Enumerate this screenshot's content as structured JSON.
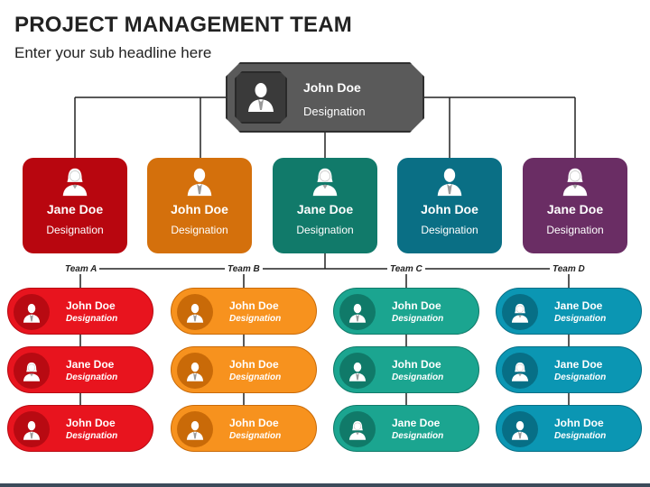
{
  "title": "PROJECT MANAGEMENT TEAM",
  "subtitle": "Enter your sub headline here",
  "top": {
    "name": "John Doe",
    "designation": "Designation",
    "icon": "male-user-icon",
    "color": "#5a5a5a"
  },
  "managers": [
    {
      "name": "Jane Doe",
      "designation": "Designation",
      "icon": "female-user-icon",
      "color": "#b8060f"
    },
    {
      "name": "John Doe",
      "designation": "Designation",
      "icon": "male-user-icon",
      "color": "#d4700c"
    },
    {
      "name": "Jane Doe",
      "designation": "Designation",
      "icon": "female-user-icon",
      "color": "#117a6a"
    },
    {
      "name": "John Doe",
      "designation": "Designation",
      "icon": "male-user-icon",
      "color": "#0a6f85"
    },
    {
      "name": "Jane Doe",
      "designation": "Designation",
      "icon": "female-user-icon",
      "color": "#6a2d64"
    }
  ],
  "teams": [
    {
      "label": "Team A",
      "color": "#e8141e",
      "dark": "#b80a12",
      "members": [
        {
          "name": "John Doe",
          "designation": "Designation",
          "icon": "male-user-icon"
        },
        {
          "name": "Jane Doe",
          "designation": "Designation",
          "icon": "female-user-icon"
        },
        {
          "name": "John Doe",
          "designation": "Designation",
          "icon": "male-user-icon"
        }
      ]
    },
    {
      "label": "Team B",
      "color": "#f7921e",
      "dark": "#c96a08",
      "members": [
        {
          "name": "John Doe",
          "designation": "Designation",
          "icon": "male-user-icon"
        },
        {
          "name": "John Doe",
          "designation": "Designation",
          "icon": "male-user-icon"
        },
        {
          "name": "John Doe",
          "designation": "Designation",
          "icon": "male-user-icon"
        }
      ]
    },
    {
      "label": "Team C",
      "color": "#1ba590",
      "dark": "#107a69",
      "members": [
        {
          "name": "John Doe",
          "designation": "Designation",
          "icon": "male-user-icon"
        },
        {
          "name": "John Doe",
          "designation": "Designation",
          "icon": "male-user-icon"
        },
        {
          "name": "Jane Doe",
          "designation": "Designation",
          "icon": "female-user-icon"
        }
      ]
    },
    {
      "label": "Team D",
      "color": "#0b96b3",
      "dark": "#076f86",
      "members": [
        {
          "name": "Jane Doe",
          "designation": "Designation",
          "icon": "female-user-icon"
        },
        {
          "name": "Jane Doe",
          "designation": "Designation",
          "icon": "female-user-icon"
        },
        {
          "name": "John Doe",
          "designation": "Designation",
          "icon": "male-user-icon"
        }
      ]
    }
  ]
}
